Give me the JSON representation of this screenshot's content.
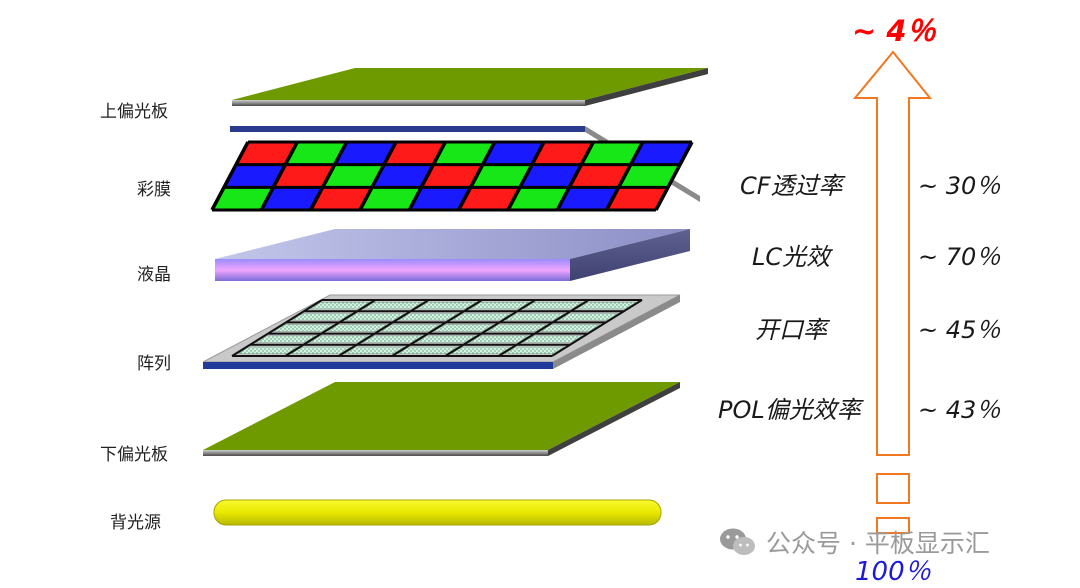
{
  "layers": [
    {
      "id": "upper-polarizer",
      "label": "上偏光板"
    },
    {
      "id": "color-filter",
      "label": "彩膜"
    },
    {
      "id": "liquid-crystal",
      "label": "液晶"
    },
    {
      "id": "array",
      "label": "阵列"
    },
    {
      "id": "lower-polarizer",
      "label": "下偏光板"
    },
    {
      "id": "backlight",
      "label": "背光源"
    }
  ],
  "metrics": [
    {
      "label": "CF透过率",
      "value": "~ 30％"
    },
    {
      "label": "LC光效",
      "value": "~ 70％"
    },
    {
      "label": "开口率",
      "value": "~ 45％"
    },
    {
      "label": "POL偏光效率",
      "value": "~ 43％"
    }
  ],
  "efficiency": {
    "top": "~ 4％",
    "bottom": "100％"
  },
  "watermark": {
    "text": "公众号 · 平板显示汇"
  },
  "colors": {
    "polarizer_green": "#6e9a00",
    "polarizer_edge": "#5a5a5a",
    "cf_glass_edge": "#2a3a8c",
    "cf_red": "#ff1a1a",
    "cf_green": "#17e617",
    "cf_blue": "#1a1aff",
    "lc_top": "#a6a9d6",
    "lc_front": "#c8a0ff",
    "array_glass": "#c0c0c0",
    "array_cell": "#d6f0e4",
    "array_edge": "#1f3a9a",
    "backlight": "#e6e600",
    "arrow_orange": "#f07820",
    "top_red": "#ff0000",
    "bottom_blue": "#1a1ad8"
  }
}
